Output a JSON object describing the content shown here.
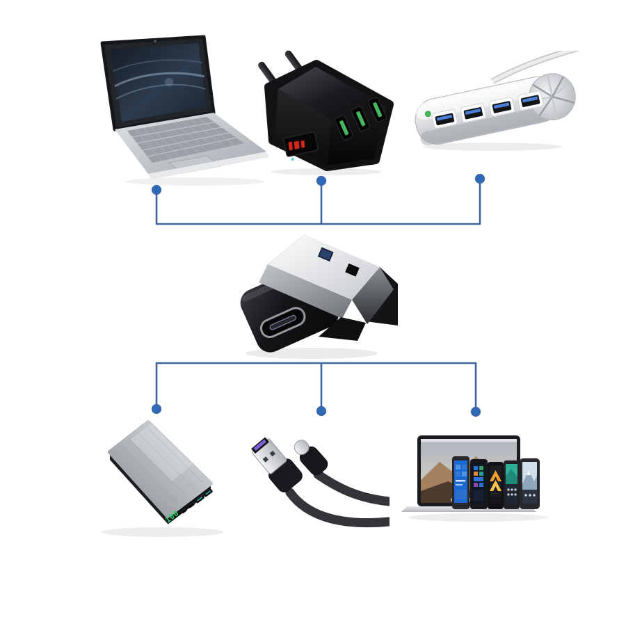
{
  "colors": {
    "background": "#ffffff",
    "connector-line": "#41659f",
    "connector-dot": "#2f6ab8",
    "led-green": "#2fd06a",
    "led-red": "#e0281c",
    "led-cyan": "#59d8e6",
    "port-green": "#47b55f",
    "tongue-blue": "#4a7fd4",
    "tongue-purple": "#7b5fd6",
    "tongue-teal": "#2aa198"
  },
  "diagram": {
    "center_item": {
      "name": "usb-c-female-to-usb-a-male-adapter"
    },
    "top_row": [
      {
        "name": "netbook-laptop"
      },
      {
        "name": "usb-wall-charger-3-port"
      },
      {
        "name": "usb-hub-4-port-aluminum"
      }
    ],
    "bottom_row": [
      {
        "name": "power-bank",
        "display": "100"
      },
      {
        "name": "usb-a-to-usb-c-braided-cable"
      },
      {
        "name": "laptop-and-smartphones"
      }
    ]
  }
}
